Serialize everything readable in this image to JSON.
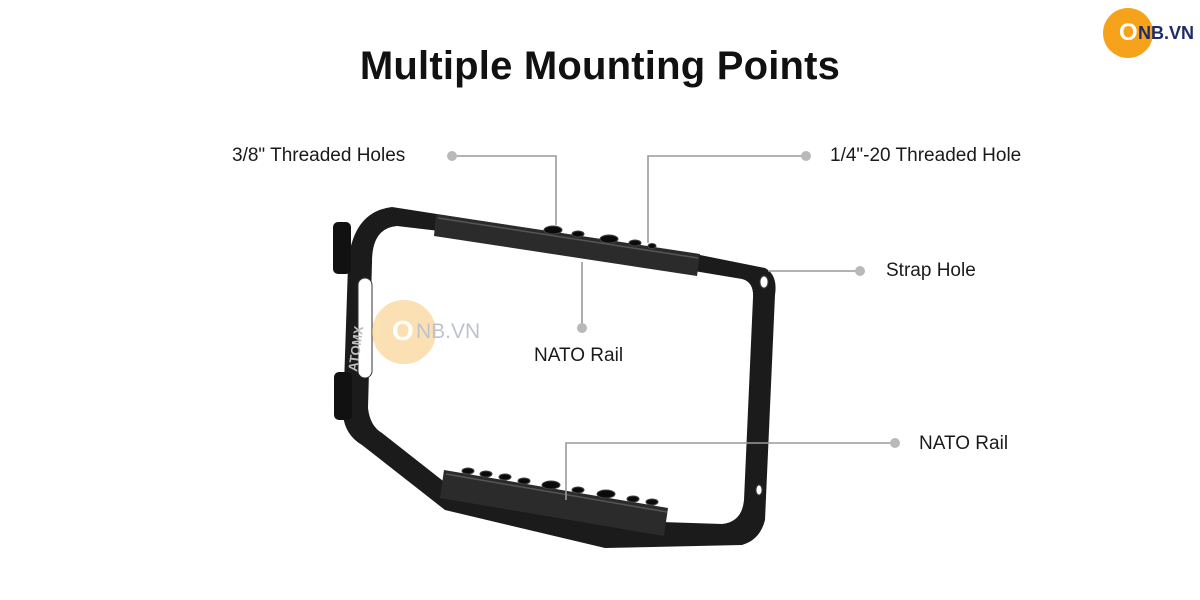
{
  "title": "Multiple Mounting Points",
  "brand": {
    "circle_letter": "O",
    "text": "NB.VN",
    "accent_color": "#f7a21b",
    "text_color": "#1d2b6b"
  },
  "watermark": {
    "circle_letter": "O",
    "text": "NB.VN"
  },
  "product": {
    "engraving": "ATOMX"
  },
  "callouts": {
    "threaded_38": "3/8\" Threaded Holes",
    "threaded_14": "1/4\"-20 Threaded Hole",
    "strap_hole": "Strap Hole",
    "nato_rail_top": "NATO Rail",
    "nato_rail_bottom": "NATO Rail"
  },
  "colors": {
    "cage": "#1b1b1b",
    "callout_dot": "#b9b9b9",
    "callout_line": "#9a9a9a"
  }
}
